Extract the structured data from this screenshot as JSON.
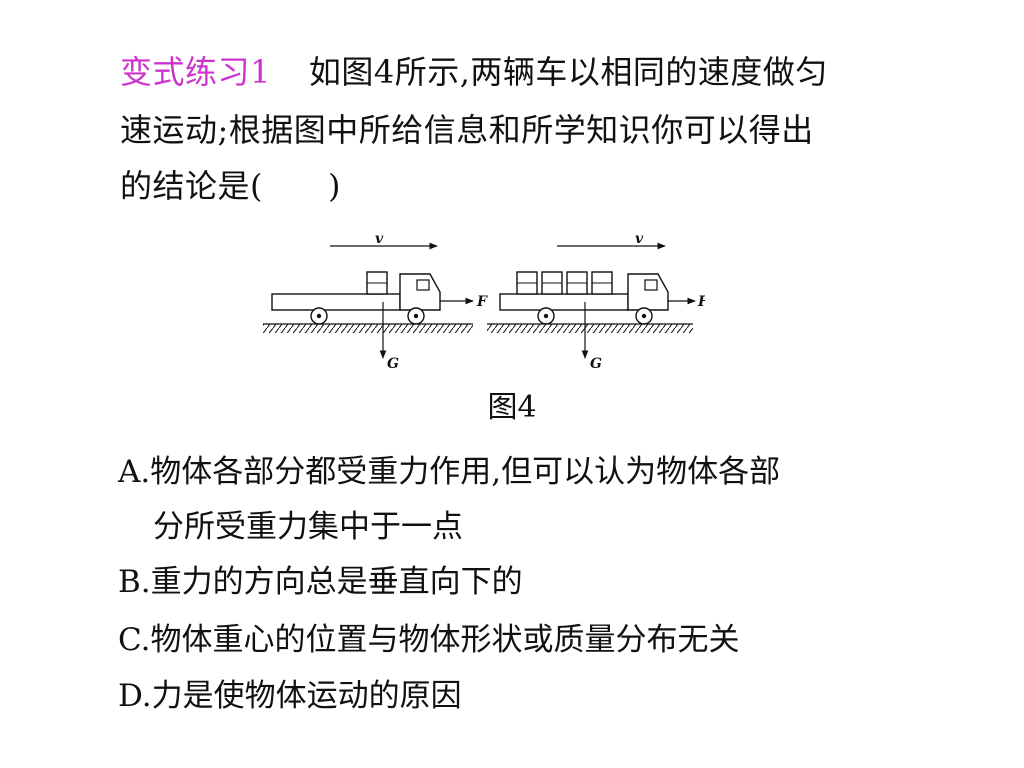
{
  "question": {
    "tag": "变式练习1",
    "line1": "如图4所示,两辆车以相同的速度做匀",
    "line2": "速运动;根据图中所给信息和所学知识你可以得出",
    "line3": "的结论是(　　)"
  },
  "figure": {
    "caption": "图4",
    "velocity_label": "v",
    "force_label": "F",
    "gravity_label": "G"
  },
  "options": {
    "a_line1": "A.物体各部分都受重力作用,但可以认为物体各部",
    "a_line2": "分所受重力集中于一点",
    "b": "B.重力的方向总是垂直向下的",
    "c": "C.物体重心的位置与物体形状或质量分布无关",
    "d": "D.力是使物体运动的原因"
  },
  "colors": {
    "tag": "#cc33cc",
    "text": "#111111"
  }
}
